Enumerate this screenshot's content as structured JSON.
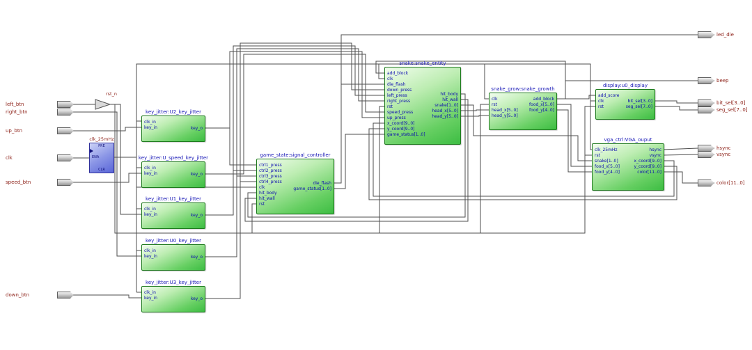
{
  "app": {
    "type": "rtl-schematic-viewer"
  },
  "colors": {
    "background": "#ffffff",
    "block_border": "#1e7a1e",
    "block_fill_light": "#f2fdee",
    "block_fill_dark": "#3dbd43",
    "title_text": "#1616b6",
    "port_text": "#0b0bb0",
    "pin_label_text": "#8b1d14",
    "wire": "#4d4d4d",
    "dff_fill": "#5a66d8"
  },
  "blocks": [
    {
      "id": "u2",
      "title": "key_jitter:U2_key_jitter",
      "left_ports": [
        "clk_in",
        "key_in"
      ],
      "right_ports": [
        "key_o"
      ]
    },
    {
      "id": "uspeed",
      "title": "key_jitter:U_speed_key_jitter",
      "left_ports": [
        "clk_in",
        "key_in"
      ],
      "right_ports": [
        "key_o"
      ]
    },
    {
      "id": "u1",
      "title": "key_jitter:U1_key_jitter",
      "left_ports": [
        "clk_in",
        "key_in"
      ],
      "right_ports": [
        "key_o"
      ]
    },
    {
      "id": "u0",
      "title": "key_jitter:U0_key_jitter",
      "left_ports": [
        "clk_in",
        "key_in"
      ],
      "right_ports": [
        "key_o"
      ]
    },
    {
      "id": "u3",
      "title": "key_jitter:U3_key_jitter",
      "left_ports": [
        "clk_in",
        "key_in"
      ],
      "right_ports": [
        "key_o"
      ]
    },
    {
      "id": "game_state",
      "title": "game_state:signal_controller",
      "left_ports": [
        "ctrl1_press",
        "ctrl2_press",
        "ctrl3_press",
        "ctrl4_press",
        "clk",
        "hit_body",
        "hit_wall",
        "rst"
      ],
      "right_ports": [
        "die_flash",
        "game_status[1..0]"
      ]
    },
    {
      "id": "snake",
      "title": "snake:snake_entity",
      "left_ports": [
        "add_block",
        "clk",
        "die_flash",
        "down_press",
        "left_press",
        "right_press",
        "rst",
        "speed_press",
        "up_press",
        "x_coord[9..0]",
        "y_coord[9..0]",
        "game_status[1..0]"
      ],
      "right_ports": [
        "hit_body",
        "hit_wall",
        "snake[1..0]",
        "head_x[5..0]",
        "head_y[5..0]"
      ]
    },
    {
      "id": "growth",
      "title": "snake_grow:snake_growth",
      "left_ports": [
        "clk",
        "rst",
        "head_x[5..0]",
        "head_y[5..0]"
      ],
      "right_ports": [
        "add_block",
        "food_x[5..0]",
        "food_y[4..0]"
      ]
    },
    {
      "id": "display",
      "title": "display:u0_display",
      "left_ports": [
        "add_score",
        "clk",
        "rst"
      ],
      "right_ports": [
        "bit_sel[3..0]",
        "seg_sel[7..0]"
      ]
    },
    {
      "id": "vga",
      "title": "vga_ctrl:VGA_ouput",
      "left_ports": [
        "clk_25mHz",
        "rst",
        "snake[1..0]",
        "food_x[5..0]",
        "food_y[4..0]"
      ],
      "right_ports": [
        "hsync",
        "vsync",
        "x_coord[9..0]",
        "y_coord[9..0]",
        "color[11..0]"
      ]
    }
  ],
  "input_pins": [
    {
      "label": "left_btn"
    },
    {
      "label": "right_btn"
    },
    {
      "label": "up_btn"
    },
    {
      "label": "clk"
    },
    {
      "label": "speed_btn"
    },
    {
      "label": "down_btn"
    }
  ],
  "output_pins": [
    {
      "label": "led_die"
    },
    {
      "label": "beep"
    },
    {
      "label": "bit_sel[3..0]"
    },
    {
      "label": "seg_sel[7..0]"
    },
    {
      "label": "hsync"
    },
    {
      "label": "vsync"
    },
    {
      "label": "color[11..0]"
    }
  ],
  "annotations": {
    "reset_net": "rst_n",
    "clock_divider": "clk_25mHz",
    "dff": {
      "pre": "PRE",
      "ena": "ENA",
      "clr": "CLR"
    }
  }
}
